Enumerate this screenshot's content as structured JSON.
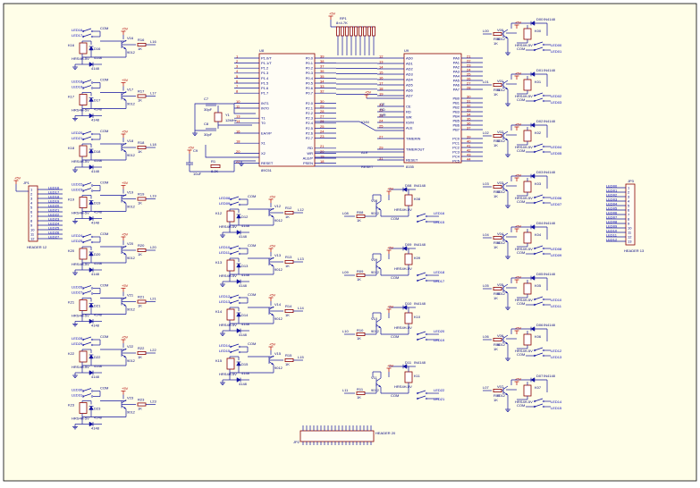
{
  "sheet": {
    "background": "#fffee8",
    "border": "#000000",
    "wire": "#1010a0",
    "part": "#8b0000",
    "text": "#000080"
  },
  "mcu": {
    "ref": "U8",
    "pins_left": [
      "P1.0/T",
      "P1.1/T",
      "P1.2",
      "P1.3",
      "P1.4",
      "P1.5",
      "P1.6",
      "P1.7",
      "",
      "INT1",
      "INT0",
      "",
      "T1",
      "T0",
      "",
      "EA/VP",
      "",
      "X1",
      "",
      "X2",
      "",
      "RESET"
    ],
    "pins_right": [
      "P0.0",
      "P0.1",
      "P0.2",
      "P0.3",
      "P0.4",
      "P0.5",
      "P0.6",
      "P0.7",
      "",
      "P2.0",
      "P2.1",
      "P2.2",
      "P2.3",
      "P2.4",
      "P2.5",
      "P2.6",
      "P2.7",
      "",
      "RD",
      "WR",
      "ALE/P",
      "PSEN"
    ],
    "part": "89C51"
  },
  "latch": {
    "ref": "U9",
    "pins_left": [
      "AD0",
      "AD1",
      "AD2",
      "AD3",
      "AD4",
      "AD5",
      "AD6",
      "AD7",
      "",
      "CE",
      "RD",
      "WR",
      "IO/M",
      "ALE",
      "",
      "TIMERIN",
      "",
      "TIMEROUT",
      "",
      "RESET"
    ],
    "pins_right": [
      "PA0",
      "PA1",
      "PA2",
      "PA3",
      "PA4",
      "PA5",
      "PA6",
      "PA7",
      "",
      "PB0",
      "PB1",
      "PB2",
      "PB3",
      "PB4",
      "PB5",
      "PB6",
      "PB7",
      "",
      "PC0",
      "PC1",
      "PC2",
      "PC3",
      "PC4",
      "PC5"
    ],
    "part": "8155"
  },
  "rpack": {
    "ref": "RP1",
    "value": "8×4.7K"
  },
  "crystal": {
    "ref": "Y1",
    "value": "12MHz",
    "c1": "C7",
    "c2": "C8",
    "cap": "30pF"
  },
  "reset": {
    "cap": "C9",
    "cap_value": "10uF",
    "res": "R1",
    "res_value": "8.2K",
    "vcc": "+5V"
  },
  "header_left": {
    "ref": "JP1",
    "part": "HEADER 12",
    "pins": [
      "1",
      "2",
      "3",
      "4",
      "5",
      "6",
      "7",
      "8",
      "9",
      "10",
      "11",
      "12"
    ],
    "vcc": "+5V"
  },
  "header_right": {
    "ref": "JP3",
    "part": "HEADER 13",
    "pins": [
      "1",
      "2",
      "3",
      "4",
      "5",
      "6",
      "7",
      "8",
      "9",
      "10",
      "11",
      "12",
      "13"
    ]
  },
  "header_bottom": {
    "ref": "JP2",
    "part": "HEADER 20"
  },
  "relay_common": {
    "relay": "HRS4H-5V",
    "diode": "4148",
    "diode_full": "IN4148",
    "transistor": "9012",
    "resistor": "1K",
    "com": "COM",
    "vcc": "+5V"
  },
  "relays_col1": [
    {
      "k": "K16",
      "q": "V16",
      "r": "R16",
      "d": "D16",
      "net": "L16",
      "in": "LED16",
      "out": "LED17"
    },
    {
      "k": "K17",
      "q": "V17",
      "r": "R17",
      "d": "D17",
      "net": "L17",
      "in": "LED18",
      "out": "LED19"
    },
    {
      "k": "K18",
      "q": "V18",
      "r": "R18",
      "d": "D18",
      "net": "L18",
      "in": "LED20",
      "out": "LED21"
    },
    {
      "k": "K19",
      "q": "V19",
      "r": "R19",
      "d": "D19",
      "net": "L19",
      "in": "LED22",
      "out": "LED23"
    },
    {
      "k": "K20",
      "q": "V20",
      "r": "R20",
      "d": "D20",
      "net": "L20",
      "in": "LED24",
      "out": "LED25"
    },
    {
      "k": "K21",
      "q": "V21",
      "r": "R21",
      "d": "D21",
      "net": "L21",
      "in": "LED26",
      "out": "LED27"
    },
    {
      "k": "K22",
      "q": "V22",
      "r": "R22",
      "d": "D22",
      "net": "L22",
      "in": "LED28",
      "out": "LED29"
    },
    {
      "k": "K23",
      "q": "V23",
      "r": "R23",
      "d": "D23",
      "net": "L23",
      "in": "LED30",
      "out": "LED31"
    }
  ],
  "relays_col2": [
    {
      "k": "K12",
      "q": "V12",
      "r": "R12",
      "d": "D12",
      "net": "L12",
      "in": "LED08",
      "out": "LED09"
    },
    {
      "k": "K13",
      "q": "V13",
      "r": "R13",
      "d": "D13",
      "net": "L13",
      "in": "LED10",
      "out": "LED11"
    },
    {
      "k": "K14",
      "q": "V14",
      "r": "R14",
      "d": "D14",
      "net": "L14",
      "in": "LED12",
      "out": "LED13"
    },
    {
      "k": "K15",
      "q": "V15",
      "r": "R15",
      "d": "D15",
      "net": "L15",
      "in": "LED14",
      "out": "LED15"
    }
  ],
  "relays_col3": [
    {
      "k": "K08",
      "q": "V08",
      "r": "R08",
      "d": "D08",
      "net": "L08",
      "in": "LED16",
      "out": "LED15"
    },
    {
      "k": "K09",
      "q": "V09",
      "r": "R09",
      "d": "D09",
      "net": "L09",
      "in": "LED18",
      "out": "LED17"
    },
    {
      "k": "K10",
      "q": "V10",
      "r": "R10",
      "d": "D10",
      "net": "L10",
      "in": "LED20",
      "out": "LED19"
    },
    {
      "k": "K11",
      "q": "V11",
      "r": "R11",
      "d": "D11",
      "net": "L11",
      "in": "LED22",
      "out": "LED21"
    }
  ],
  "relays_col4": [
    {
      "k": "K00",
      "q": "V00",
      "r": "R00",
      "d": "D00",
      "net": "L00",
      "in": "LED00",
      "out": "LED01"
    },
    {
      "k": "K01",
      "q": "V01",
      "r": "R01",
      "d": "D01",
      "net": "L01",
      "in": "LED02",
      "out": "LED03"
    },
    {
      "k": "K02",
      "q": "V02",
      "r": "R02",
      "d": "D02",
      "net": "L02",
      "in": "LED04",
      "out": "LED05"
    },
    {
      "k": "K03",
      "q": "V03",
      "r": "R03",
      "d": "D03",
      "net": "L03",
      "in": "LED06",
      "out": "LED07"
    },
    {
      "k": "K04",
      "q": "V04",
      "r": "R04",
      "d": "D04",
      "net": "L04",
      "in": "LED08",
      "out": "LED09"
    },
    {
      "k": "K05",
      "q": "V05",
      "r": "R05",
      "d": "D05",
      "net": "L05",
      "in": "LED10",
      "out": "LED11"
    },
    {
      "k": "K06",
      "q": "V06",
      "r": "R06",
      "d": "D06",
      "net": "L06",
      "in": "LED12",
      "out": "LED13"
    },
    {
      "k": "K07",
      "q": "V07",
      "r": "R07",
      "d": "D07",
      "net": "L07",
      "in": "LED14",
      "out": "LED15"
    }
  ],
  "bus_labels": {
    "io_m": "IO/M",
    "ale": "ALE",
    "reset": "RESET",
    "ce": "CE",
    "rd": "RD",
    "wr": "WR"
  }
}
